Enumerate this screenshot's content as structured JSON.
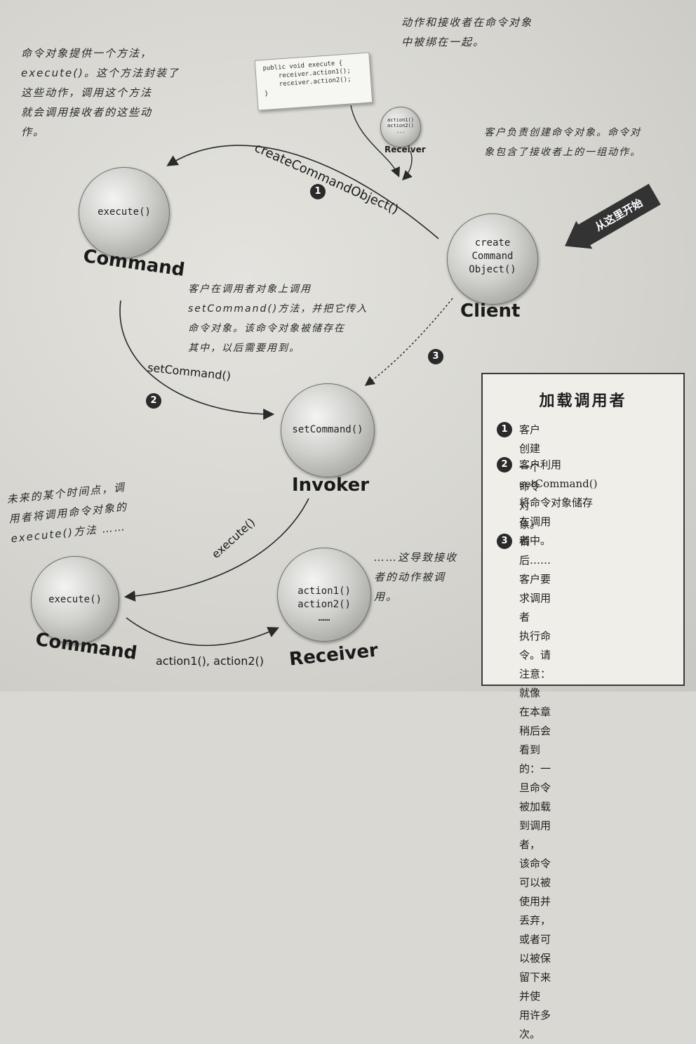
{
  "notes": {
    "top_left": [
      "命令对象提供一个方法，",
      "execute()。这个方法封装了",
      "这些动作，调用这个方法",
      "就会调用接收者的这些动",
      "作。"
    ],
    "top_center": [
      "动作和接收者在命令对象",
      "中被绑在一起。"
    ],
    "client_note": [
      "客户负责创建命令对象。命令对",
      "象包含了接收者上的一组动作。"
    ],
    "middle": [
      "客户在调用者对象上调用",
      "setCommand()方法，并把它传入",
      "命令对象。该命令对象被储存在",
      "其中，以后需要用到。"
    ],
    "bottom_left": [
      "未来的某个时间点，调",
      "用者将调用命令对象的",
      "execute()方法 ……"
    ],
    "bottom_right": [
      "……这导致接收",
      "者的动作被调",
      "用。"
    ]
  },
  "code_card": [
    "public void execute {",
    "    receiver.action1();",
    "    receiver.action2();",
    "}"
  ],
  "small_receiver": {
    "lines": [
      "action1()",
      "action2()",
      "..."
    ],
    "label": "Receiver"
  },
  "nodes": {
    "command_top": {
      "text": "execute()",
      "label": "Command"
    },
    "client": {
      "lines": [
        "create",
        "Command",
        "Object()"
      ],
      "label": "Client"
    },
    "invoker": {
      "text": "setCommand()",
      "label": "Invoker"
    },
    "command_bottom": {
      "text": "execute()",
      "label": "Command"
    },
    "receiver": {
      "lines": [
        "action1()",
        "action2()",
        "……"
      ],
      "label": "Receiver"
    }
  },
  "arrows": {
    "create": "createCommandObject()",
    "set": "setCommand()",
    "execute": "execute()",
    "actions": "action1(), action2()"
  },
  "steps": [
    "1",
    "2",
    "3"
  ],
  "start_badge": "从这里开始",
  "sidebar": {
    "title": "加载调用者",
    "items": [
      {
        "num": "1",
        "lines": [
          "客户创建一个命令对象。"
        ]
      },
      {
        "num": "2",
        "lines": [
          "客户利用setCommand()",
          "将命令对象储存在调用",
          "者中。"
        ]
      },
      {
        "num": "3",
        "lines": [
          "稍后……客户要求调用者",
          "执行命令。请注意：就像",
          "在本章稍后会看到的：一",
          "旦命令被加载到调用者，",
          "该命令可以被使用并丢弃，",
          "或者可以被保留下来并使",
          "用许多次。"
        ]
      }
    ]
  }
}
